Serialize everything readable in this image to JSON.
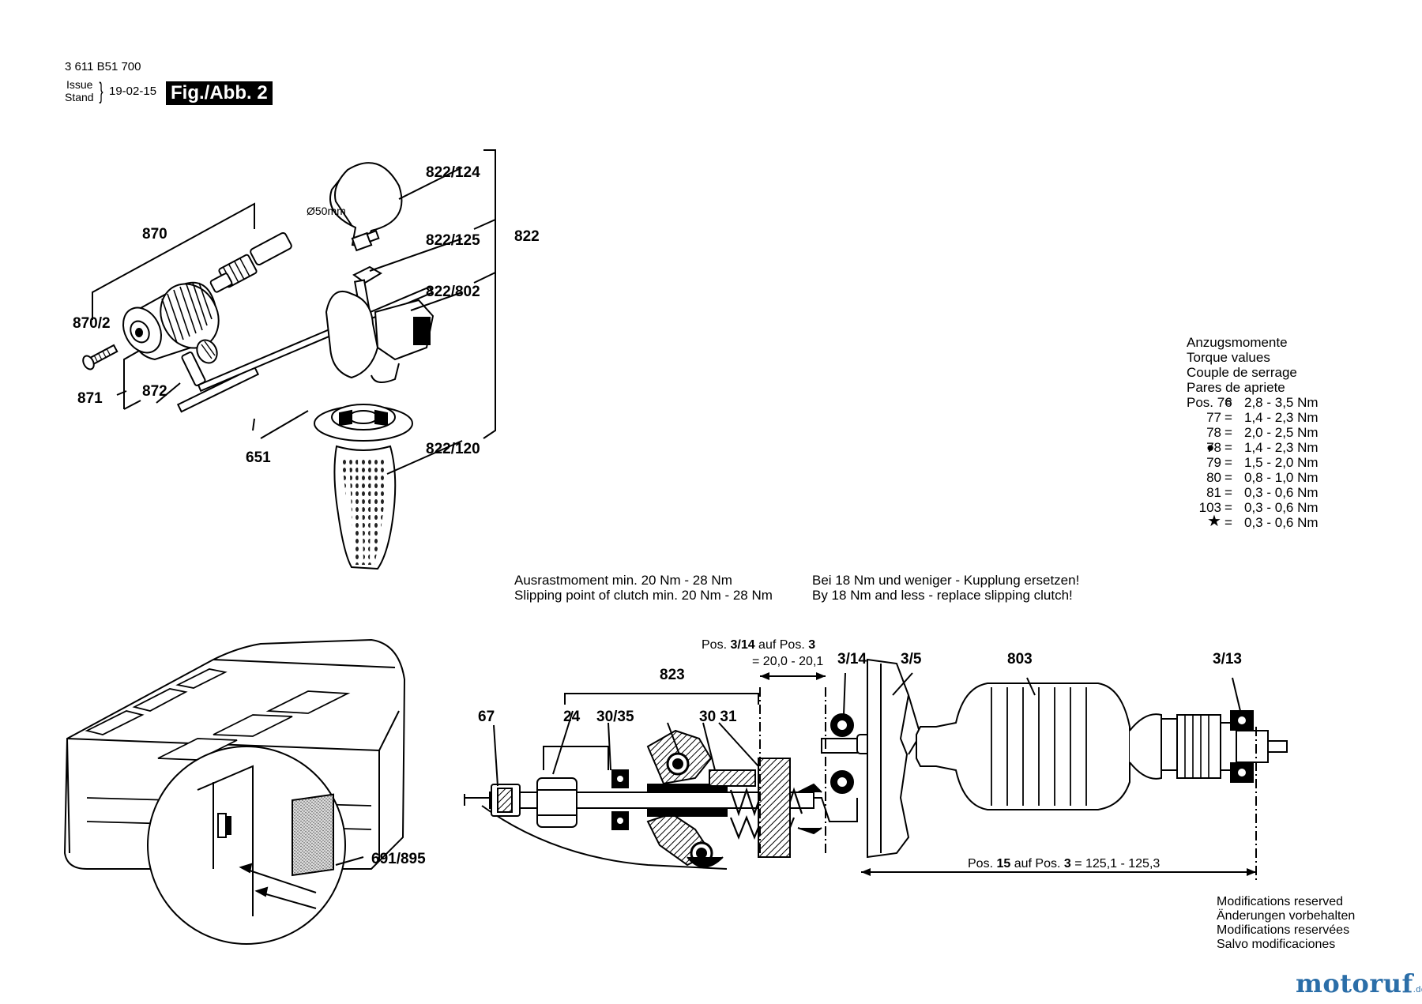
{
  "header": {
    "part_number": "3 611 B51 700",
    "issue_label": "Issue",
    "stand_label": "Stand",
    "date": "19-02-15",
    "figure_label": "Fig./Abb. 2"
  },
  "callouts": {
    "c822_124": "822/124",
    "c822_125": "822/125",
    "c822": "822",
    "c822_802": "822/802",
    "c822_120": "822/120",
    "c870": "870",
    "c870_2": "870/2",
    "c871": "871",
    "c872": "872",
    "c651": "651",
    "c823": "823",
    "c67": "67",
    "c24": "24",
    "c30_35": "30/35",
    "c30_31": "30 31",
    "c3_14": "3/14",
    "c3_5": "3/5",
    "c803": "803",
    "c3_13": "3/13",
    "c691_895": "691/895",
    "diameter": "Ø50mm"
  },
  "torque": {
    "lines": [
      "Anzugsmomente",
      "Torque values",
      "Couple de serrage",
      "Pares de apriete"
    ],
    "rows": [
      {
        "pos": "Pos. 76",
        "value": "2,8 - 3,5 Nm"
      },
      {
        "pos": "77",
        "value": "1,4 - 2,3 Nm"
      },
      {
        "pos": "78",
        "value": "2,0 - 2,5 Nm"
      },
      {
        "pos": "78",
        "value": "1,4 - 2,3 Nm",
        "marker": "dot"
      },
      {
        "pos": "79",
        "value": "1,5 - 2,0 Nm"
      },
      {
        "pos": "80",
        "value": "0,8 - 1,0 Nm"
      },
      {
        "pos": "81",
        "value": "0,3 - 0,6 Nm"
      },
      {
        "pos": "103",
        "value": "0,3 - 0,6 Nm"
      },
      {
        "pos": "",
        "value": "0,3 - 0,6 Nm",
        "marker": "star"
      }
    ],
    "eq": "="
  },
  "clutch": {
    "de": "Ausrastmoment min. 20 Nm - 28 Nm",
    "en": "Slipping point of clutch min. 20 Nm - 28 Nm",
    "replace_de": "Bei 18 Nm und weniger - Kupplung ersetzen!",
    "replace_en": "By 18 Nm and less - replace slipping clutch!"
  },
  "dimensions": {
    "pos314_a": "Pos. ",
    "pos314_b": "3/14",
    "pos314_c": " auf Pos. ",
    "pos314_d": "3",
    "pos314_val": "= 20,0 - 20,1",
    "pos15_a": "Pos. ",
    "pos15_b": "15",
    "pos15_c": " auf Pos. ",
    "pos15_d": "3",
    "pos15_val": " = 125,1 - 125,3"
  },
  "modifications": [
    "Modifications reserved",
    "Änderungen vorbehalten",
    "Modifications reservées",
    "Salvo modificaciones"
  ],
  "brand": {
    "name": "motoruf",
    "tld": ".de"
  }
}
